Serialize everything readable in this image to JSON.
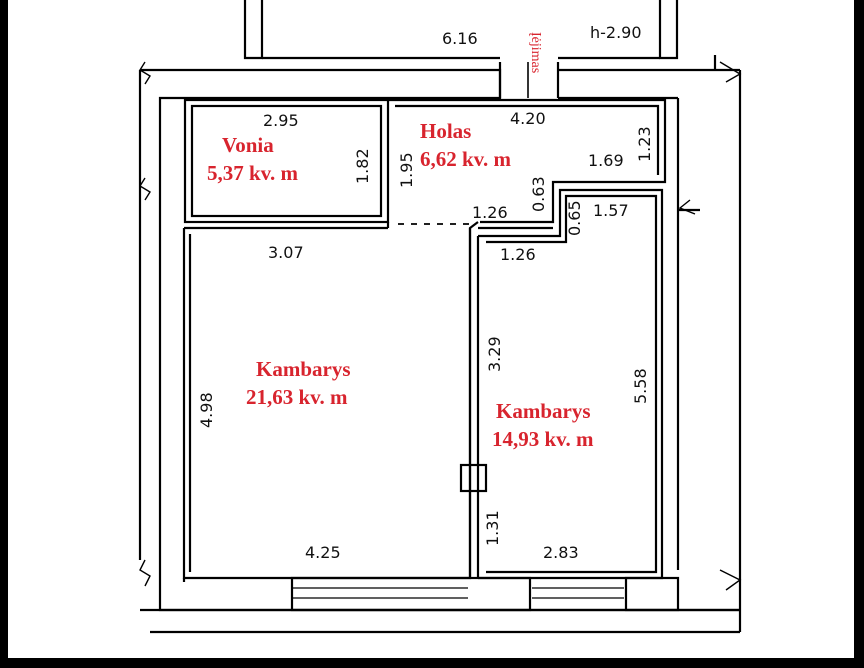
{
  "colors": {
    "wall": "#000000",
    "paper": "#ffffff",
    "room_label": "#d8242e",
    "dimension": "#111111"
  },
  "header_height": "h-2.90",
  "entrance_label": "Įėjimas",
  "rooms": {
    "bathroom": {
      "name": "Vonia",
      "area": "5,37 kv. m"
    },
    "hall": {
      "name": "Holas",
      "area": "6,62 kv. m"
    },
    "room_large": {
      "name": "Kambarys",
      "area": "21,63 kv. m"
    },
    "room_small": {
      "name": "Kambarys",
      "area": "14,93 kv. m"
    }
  },
  "dimensions": {
    "top_width": "6.16",
    "bath_width": "2.95",
    "bath_height": "1.82",
    "hall_inner_height": "1.95",
    "hall_width": "4.20",
    "hall_right_height": "1.23",
    "hall_right_width": "1.69",
    "corridor_step": "0.63",
    "corridor_width": "1.26",
    "corridor_width_lower": "1.26",
    "small_room_step": "0.65",
    "small_room_top": "1.57",
    "large_room_top": "3.07",
    "large_room_height": "4.98",
    "partition_upper": "3.29",
    "partition_lower": "1.31",
    "small_room_height": "5.58",
    "large_room_bottom": "4.25",
    "small_room_bottom": "2.83"
  }
}
